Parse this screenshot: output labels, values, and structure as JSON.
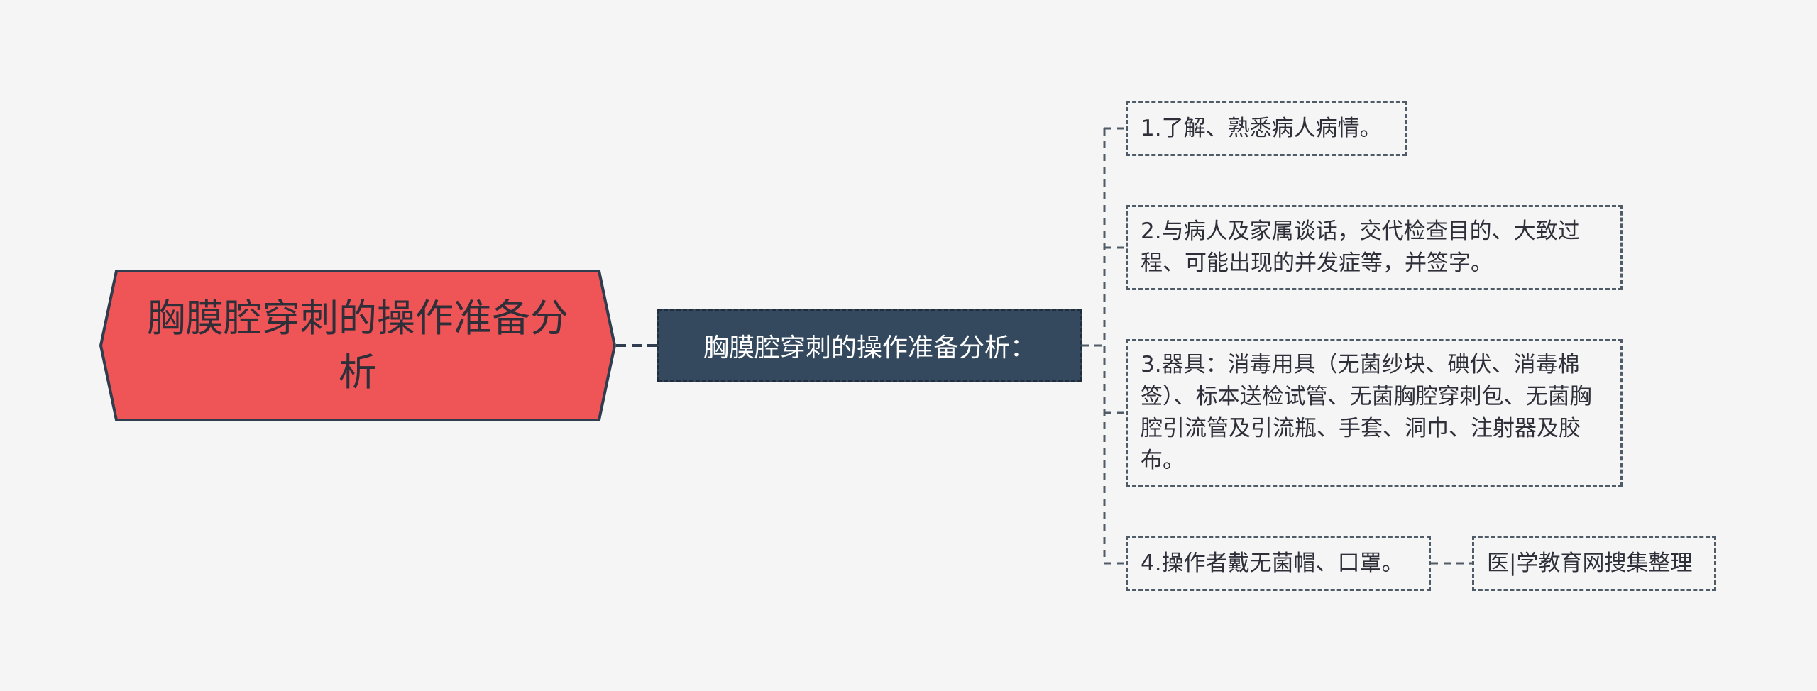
{
  "root": {
    "label": "胸膜腔穿刺的操作准备分析",
    "color": "#ef5557",
    "border_color": "#2f3d4e"
  },
  "topic": {
    "label": "胸膜腔穿刺的操作准备分析：",
    "color": "#34495e"
  },
  "items": [
    {
      "label": "1.了解、熟悉病人病情。"
    },
    {
      "label": "2.与病人及家属谈话，交代检查目的、大致过程、可能出现的并发症等，并签字。"
    },
    {
      "label": "3.器具：消毒用具（无菌纱块、碘伏、消毒棉签）、标本送检试管、无菌胸腔穿刺包、无菌胸腔引流管及引流瓶、手套、洞巾、注射器及胶布。"
    },
    {
      "label": "4.操作者戴无菌帽、口罩。"
    }
  ],
  "note": {
    "label": "医|学教育网搜集整理"
  }
}
